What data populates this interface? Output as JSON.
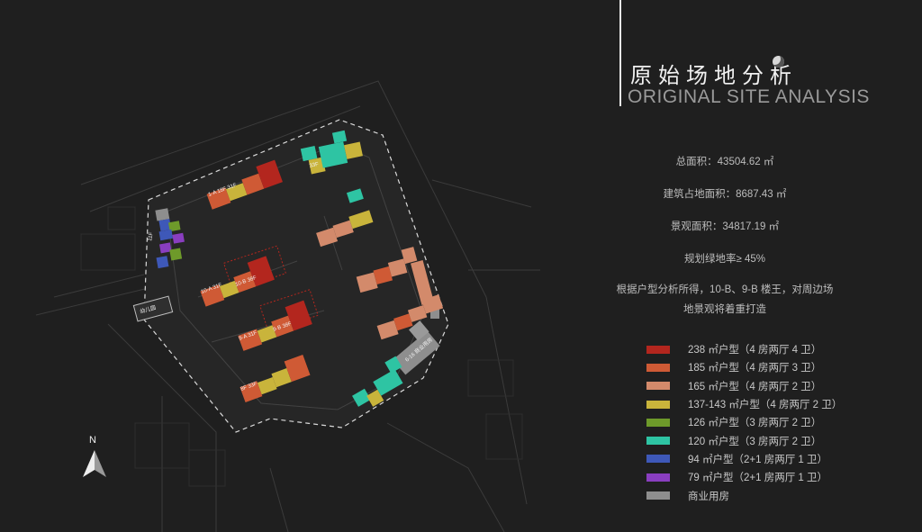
{
  "header": {
    "title_cn": "原始场地分析",
    "title_en": "ORIGINAL SITE ANALYSIS"
  },
  "stats": [
    "总面积：43504.62 ㎡",
    "建筑占地面积：8687.43 ㎡",
    "景观面积：34817.19 ㎡",
    "规划绿地率≥ 45%"
  ],
  "note": {
    "line1": "根据户型分析所得，10-B、9-B 楼王，对周边场",
    "line2": "地景观将着重打造"
  },
  "legend": [
    {
      "label": "238 ㎡户型（4 房两厅 4 卫）",
      "color": "#b3261e"
    },
    {
      "label": "185 ㎡户型（4 房两厅 3 卫）",
      "color": "#cf5a35"
    },
    {
      "label": "165 ㎡户型（4 房两厅 2 卫）",
      "color": "#d38a6b"
    },
    {
      "label": "137-143 ㎡户型（4 房两厅 2 卫）",
      "color": "#c9b43b"
    },
    {
      "label": "126 ㎡户型（3 房两厅 2 卫）",
      "color": "#6e9a2a"
    },
    {
      "label": "120 ㎡户型（3 房两厅 2 卫）",
      "color": "#2ec4a3"
    },
    {
      "label": "94 ㎡户型（2+1 房两厅 1 卫）",
      "color": "#3e58b8"
    },
    {
      "label": "79 ㎡户型（2+1 房两厅 1 卫）",
      "color": "#8a3ec0"
    },
    {
      "label": "商业用房",
      "color": "#8e8e8e"
    }
  ],
  "map": {
    "compass_label": "N",
    "building_labels": {
      "b1": "1-A 18F 31F",
      "b10a": "10-A 31F",
      "b10b": "10-B 38F",
      "b9a": "9-A 31F",
      "b9b": "9-B 38F",
      "b8": "8F 33F",
      "b3": "33F",
      "bw": "11F",
      "bc": "6-16 商业用房",
      "bkg": "幼儿园"
    }
  }
}
